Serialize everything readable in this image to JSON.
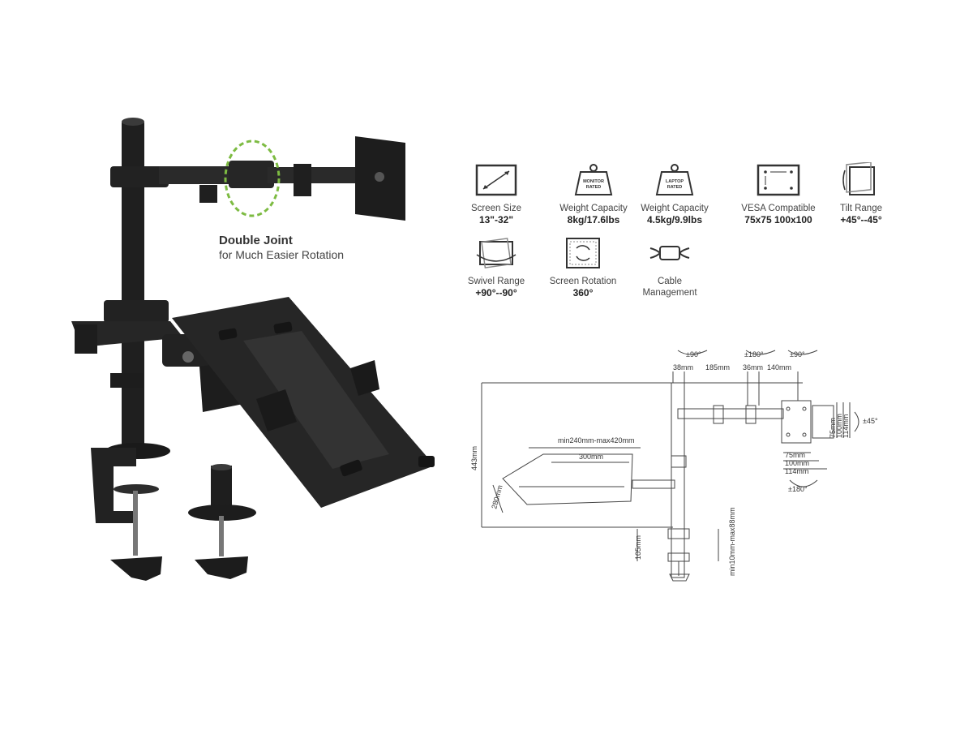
{
  "callout": {
    "title": "Double Joint",
    "subtitle": "for Much Easier Rotation"
  },
  "features": [
    {
      "icon": "screen-size-icon",
      "label": "Screen Size",
      "value": "13\"-32\""
    },
    {
      "icon": "monitor-weight-icon",
      "label": "Weight Capacity",
      "value": "8kg/17.6lbs",
      "badge": "MONITOR RATED"
    },
    {
      "icon": "laptop-weight-icon",
      "label": "Weight Capacity",
      "value": "4.5kg/9.9lbs",
      "badge": "LAPTOP RATED"
    },
    {
      "icon": "vesa-icon",
      "label": "VESA Compatible",
      "value": "75x75 100x100"
    },
    {
      "icon": "tilt-icon",
      "label": "Tilt Range",
      "value": "+45°--45°"
    },
    {
      "icon": "swivel-icon",
      "label": "Swivel Range",
      "value": "+90°--90°"
    },
    {
      "icon": "rotation-icon",
      "label": "Screen Rotation",
      "value": "360°"
    },
    {
      "icon": "cable-icon",
      "label": "Cable",
      "value": "Management"
    }
  ],
  "diagram": {
    "rot_left": "±90°",
    "rot_mid": "±180°",
    "rot_right": "±90°",
    "tilt": "±45°",
    "rot_bottom": "±180°",
    "d38": "38mm",
    "d185": "185mm",
    "d36": "36mm",
    "d140": "140mm",
    "d443": "443mm",
    "tray_range": "min240mm-max420mm",
    "tray_w": "300mm",
    "tray_d": "280mm",
    "clamp_h": "105mm",
    "clamp_range": "min10mm-max88mm",
    "v75": "75mm",
    "v100": "100mm",
    "v114": "114mm",
    "h75": "75mm",
    "h100": "100mm",
    "h114": "114mm"
  }
}
